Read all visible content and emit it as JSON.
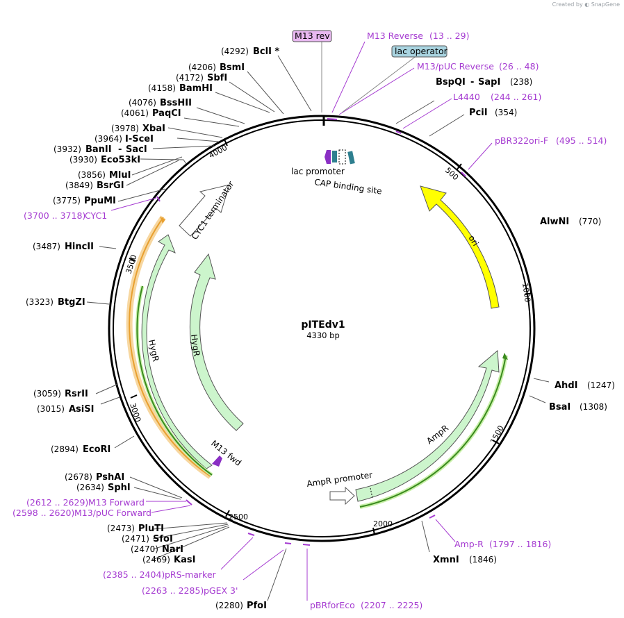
{
  "credit": {
    "created_by": "Created by",
    "brand": "SnapGene"
  },
  "plasmid": {
    "name": "pITEdv1",
    "length": "4330 bp"
  },
  "ticks": [
    "500",
    "1000",
    "1500",
    "2000",
    "2500",
    "3000",
    "3500",
    "4000"
  ],
  "sites_left": [
    {
      "pos": "(4292)",
      "name": "BclI *"
    },
    {
      "pos": "(4206)",
      "name": "BsmI"
    },
    {
      "pos": "(4172)",
      "name": "SbfI"
    },
    {
      "pos": "(4158)",
      "name": "BamHI"
    },
    {
      "pos": "(4076)",
      "name": "BssHII"
    },
    {
      "pos": "(4061)",
      "name": "PaqCI"
    },
    {
      "pos": "(3978)",
      "name": "XbaI"
    },
    {
      "pos": "(3964)",
      "name": "I-SceI"
    },
    {
      "pos": "(3932)",
      "name": "BanII",
      "alt": "SacI"
    },
    {
      "pos": "(3930)",
      "name": "Eco53kI"
    },
    {
      "pos": "(3856)",
      "name": "MluI"
    },
    {
      "pos": "(3849)",
      "name": "BsrGI"
    },
    {
      "pos": "(3775)",
      "name": "PpuMI"
    },
    {
      "pos": "(3487)",
      "name": "HincII"
    },
    {
      "pos": "(3323)",
      "name": "BtgZI"
    },
    {
      "pos": "(3059)",
      "name": "RsrII"
    },
    {
      "pos": "(3015)",
      "name": "AsiSI"
    },
    {
      "pos": "(2894)",
      "name": "EcoRI"
    },
    {
      "pos": "(2678)",
      "name": "PshAI"
    },
    {
      "pos": "(2634)",
      "name": "SphI"
    },
    {
      "pos": "(2473)",
      "name": "PluTI"
    },
    {
      "pos": "(2471)",
      "name": "SfoI"
    },
    {
      "pos": "(2470)",
      "name": "NarI"
    },
    {
      "pos": "(2469)",
      "name": "KasI"
    },
    {
      "pos": "(2280)",
      "name": "PfoI"
    }
  ],
  "sites_right": [
    {
      "name": "BspQI",
      "alt": "SapI",
      "pos": "(238)"
    },
    {
      "name": "PciI",
      "pos": "(354)"
    },
    {
      "name": "AlwNI",
      "pos": "(770)"
    },
    {
      "name": "AhdI",
      "pos": "(1247)"
    },
    {
      "name": "BsaI",
      "pos": "(1308)"
    },
    {
      "name": "XmnI",
      "pos": "(1846)"
    }
  ],
  "primers": [
    {
      "name": "M13 Reverse",
      "range": "(13 .. 29)"
    },
    {
      "name": "M13/pUC Reverse",
      "range": "(26 .. 48)"
    },
    {
      "name": "L4440",
      "range": "(244 .. 261)"
    },
    {
      "name": "pBR322ori-F",
      "range": "(495 .. 514)"
    },
    {
      "name": "Amp-R",
      "range": "(1797 .. 1816)"
    },
    {
      "name": "pBRforEco",
      "range": "(2207 .. 2225)"
    },
    {
      "name": "pGEX 3'",
      "range": "(2263 .. 2285)"
    },
    {
      "name": "pRS-marker",
      "range": "(2385 .. 2404)"
    },
    {
      "name": "M13/pUC Forward",
      "range": "(2598 .. 2620)"
    },
    {
      "name": "M13 Forward",
      "range": "(2612 .. 2629)"
    },
    {
      "name": "CYC1",
      "range": "(3700 .. 3718)"
    }
  ],
  "boxed": {
    "m13rev": "M13 rev",
    "lacop": "lac operator"
  },
  "features": {
    "ori": "ori",
    "ampr": "AmpR",
    "ampr_promoter": "AmpR promoter",
    "hygr_outer": "HygR",
    "hygr_inner": "HygR",
    "cyc1": "CYC1 terminator",
    "m13fwd": "M13 fwd",
    "lac_promoter": "lac promoter",
    "cap": "CAP binding site"
  },
  "colors": {
    "primer": "#a53bd1",
    "ori": "#ffff00",
    "resistance": "#ccf5cc",
    "orf_green": "#3a8a1e",
    "orf_orange": "#f0b050",
    "m13rev_fill": "#e8b8f0",
    "lacop_fill": "#a9d4e0",
    "teal": "#2e7f8f",
    "purple": "#8a2fc4"
  }
}
